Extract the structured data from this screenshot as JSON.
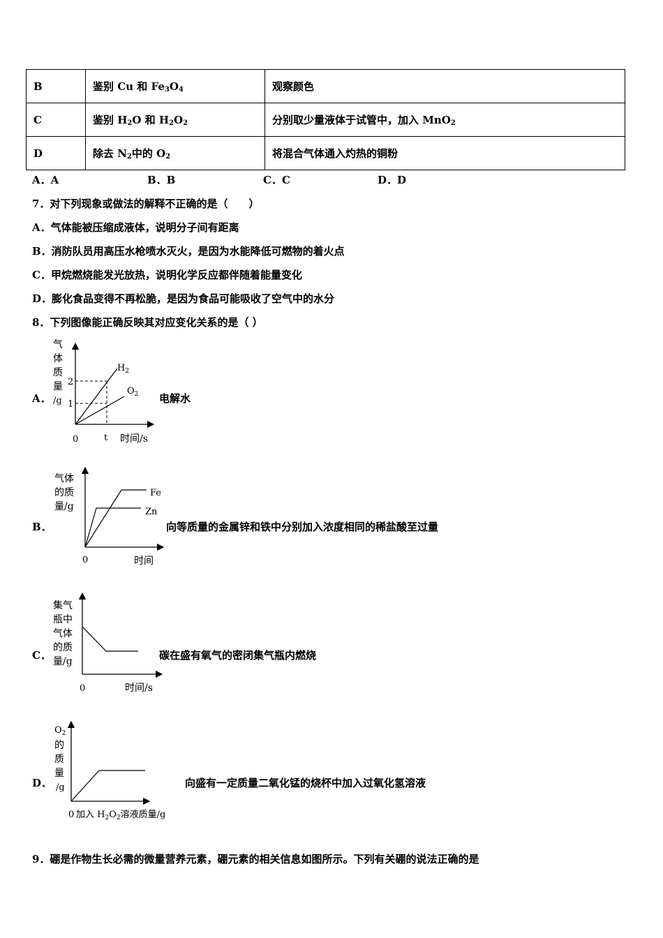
{
  "table": {
    "rows": [
      {
        "label": "B",
        "item_pre": "鉴别 Cu 和 Fe",
        "item_sub1": "3",
        "item_mid": "O",
        "item_sub2": "4",
        "item_post": "",
        "method_pre": "观察颜色",
        "method_sub": "",
        "method_post": ""
      },
      {
        "label": "C",
        "item_pre": "鉴别 H",
        "item_sub1": "2",
        "item_mid": "O 和 H",
        "item_sub2": "2",
        "item_post": "O",
        "item_sub3": "2",
        "method_pre": "分别取少量液体于试管中，加入 MnO",
        "method_sub": "2",
        "method_post": ""
      },
      {
        "label": "D",
        "item_pre": "除去 N",
        "item_sub1": "2",
        "item_mid": "中的 O",
        "item_sub2": "2",
        "item_post": "",
        "method_pre": "将混合气体通入灼热的铜粉",
        "method_sub": "",
        "method_post": ""
      }
    ]
  },
  "answers6": [
    "A．A",
    "B．B",
    "C．C",
    "D．D"
  ],
  "q7": {
    "stem": "7．对下列现象或做法的解释不正确的是（　　）",
    "options": [
      "A．气体能被压缩成液体，说明分子间有距离",
      "B．消防队员用高压水枪喷水灭火，是因为水能降低可燃物的着火点",
      "C．甲烷燃烧能发光放热，说明化学反应都伴随着能量变化",
      "D．膨化食品变得不再松脆，是因为食品可能吸收了空气中的水分"
    ]
  },
  "q8": {
    "stem": "8．下列图像能正确反映其对应变化关系的是（   ）",
    "a": {
      "label": "A．",
      "desc": "电解水",
      "ylab": [
        "气",
        "体",
        "质",
        "量",
        "/g"
      ],
      "ticks": [
        "2",
        "1"
      ],
      "origin": "0",
      "t": "t",
      "xlab": "时间/s",
      "s1": "H",
      "s1sub": "2",
      "s2": "O",
      "s2sub": "2"
    },
    "b": {
      "label": "B．",
      "desc": "向等质量的金属锌和铁中分别加入浓度相同的稀盐酸至过量",
      "ylab": [
        "气体",
        "的质",
        "量/g"
      ],
      "origin": "0",
      "xlab": "时间",
      "s1": "Fe",
      "s2": "Zn"
    },
    "c": {
      "label": "C．",
      "desc": "碳在盛有氧气的密闭集气瓶内燃烧",
      "ylab": [
        "集气",
        "瓶中",
        "气体",
        "的质",
        "量/g"
      ],
      "origin": "0",
      "xlab": "时间/s"
    },
    "d": {
      "label": "D．",
      "desc": "向盛有一定质量二氧化锰的烧杯中加入过氧化氢溶液",
      "ylab_top": "O",
      "ylab_top_sub": "2",
      "ylab": [
        "的",
        "质",
        "量",
        "/g"
      ],
      "origin": "0",
      "xlab_pre": "加入 H",
      "xlab_sub1": "2",
      "xlab_mid": "O",
      "xlab_sub2": "2",
      "xlab_post": "溶液质量/g"
    }
  },
  "q9": {
    "stem": "9．硼是作物生长必需的微量营养元素，硼元素的相关信息如图所示。下列有关硼的说法正确的是"
  }
}
